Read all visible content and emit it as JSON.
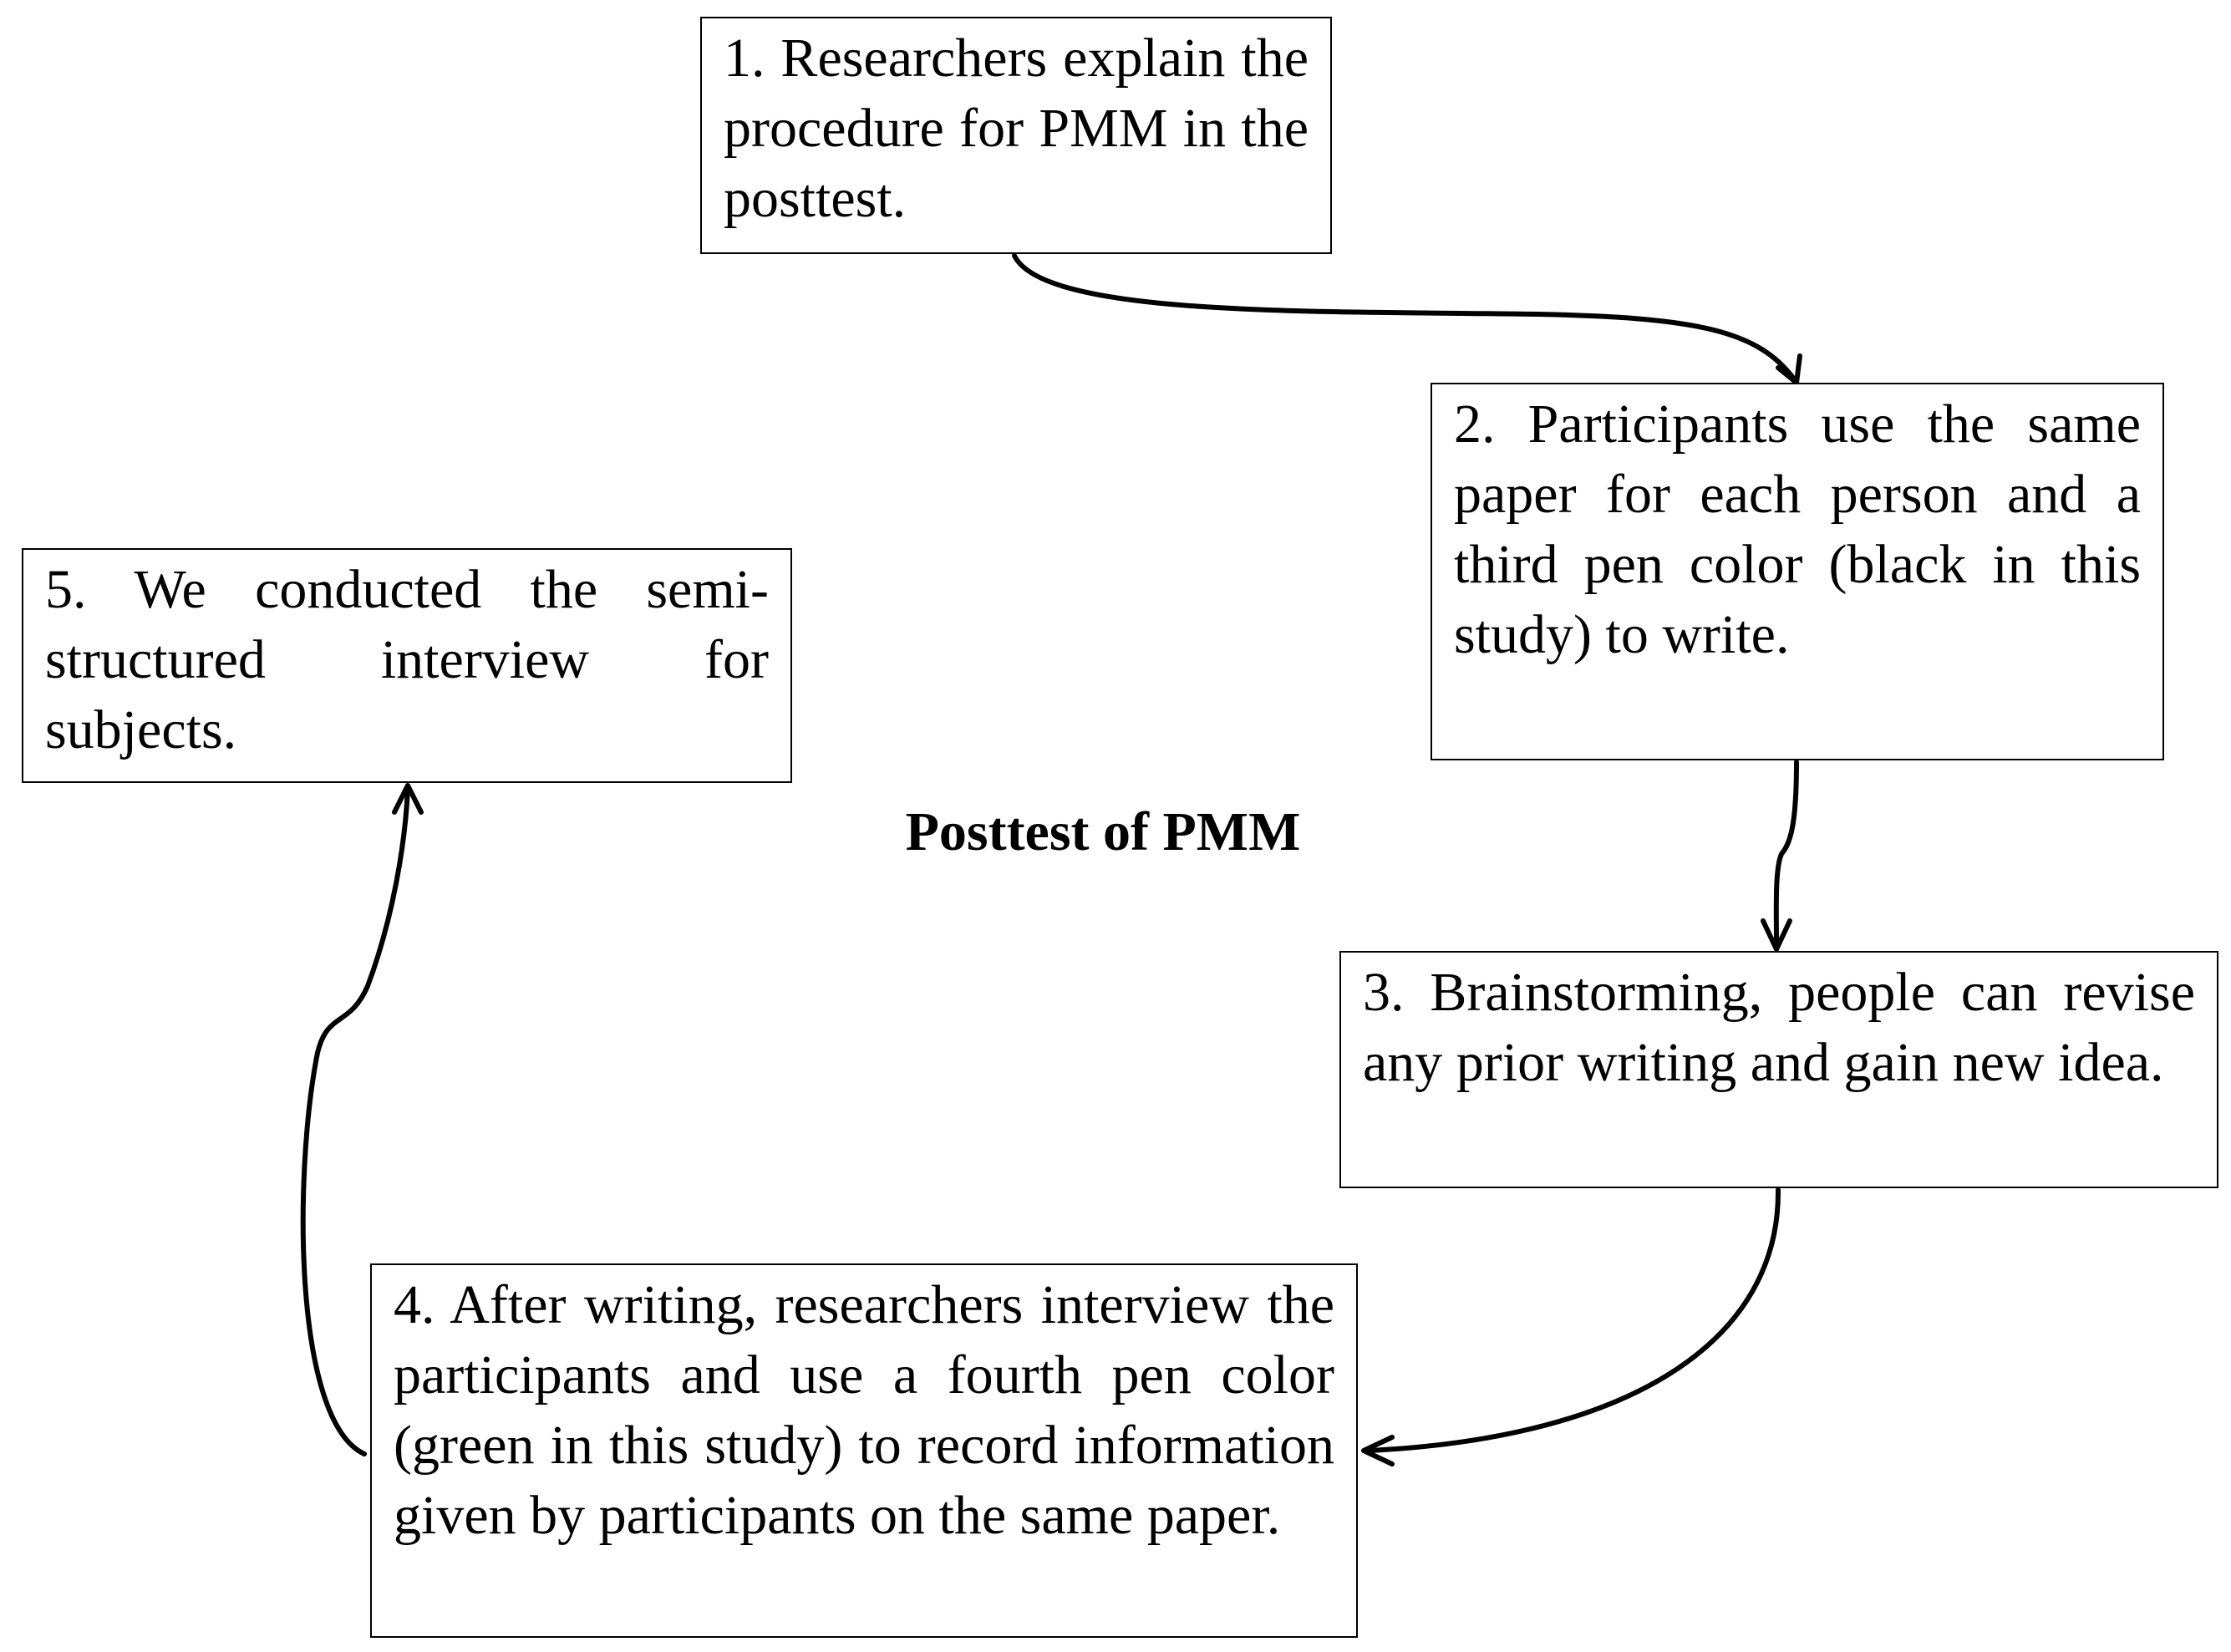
{
  "diagram": {
    "title": "Posttest of PMM",
    "steps": [
      {
        "label": "1. Researchers explain the procedure for PMM in the posttest."
      },
      {
        "label": "2. Participants use the same paper for each person and a third pen color (black in this study) to write."
      },
      {
        "label": "3. Brainstorming, people can revise any prior writing and gain new idea."
      },
      {
        "label": "4. After writing, researchers interview the participants and use a fourth pen color (green in this study) to record information given by participants on the same paper."
      },
      {
        "label": "5. We conducted the semi-structured interview for subjects."
      }
    ],
    "connections": [
      {
        "from": 1,
        "to": 2
      },
      {
        "from": 2,
        "to": 3
      },
      {
        "from": 3,
        "to": 4
      },
      {
        "from": 4,
        "to": 5
      }
    ],
    "colors": {
      "stroke": "#000000",
      "background": "#ffffff"
    }
  }
}
